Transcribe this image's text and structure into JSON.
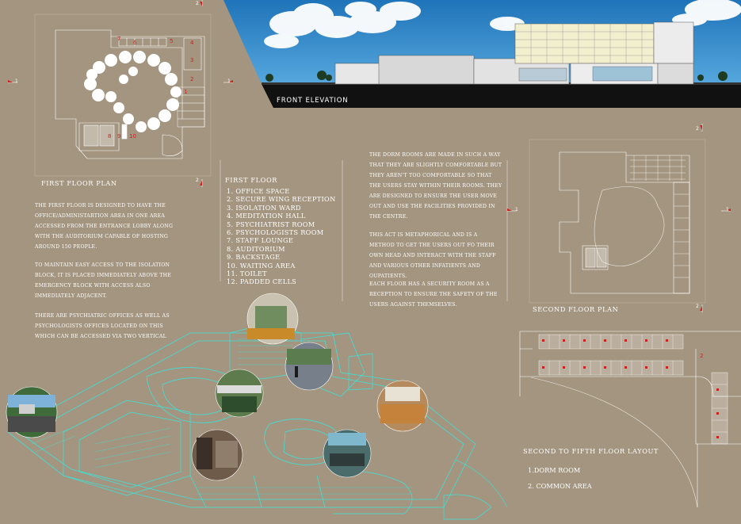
{
  "elevation": {
    "label": "FRONT ELEVATION"
  },
  "first_floor_plan": {
    "title": "FIRST FLOOR PLAN",
    "room_numbers": [
      "1",
      "2",
      "3",
      "4",
      "5",
      "6",
      "7",
      "8",
      "9",
      "10"
    ],
    "section_marks": {
      "left": "1",
      "right": "1",
      "top": "2",
      "bottom": "2"
    }
  },
  "first_floor_description": {
    "paragraphs": [
      "The first floor is designed to have the office/administartion area in one area accessed from the entrance lobby along with the auditorium capable of hosting around 150 people.",
      "To maintain easy access to the isolation block, it is placed immediately above the emergency block with access also immediately adjacent.",
      "There are psychiatric offices as well as psychologists offices located on this which can be accessed via two vertical"
    ]
  },
  "first_floor_legend": {
    "heading": "FIRST FLOOR",
    "items": [
      "1. OFFICE SPACE",
      "2. SECURE WING RECEPTION",
      "3. ISOLATION WARD",
      "4. MEDITATION HALL",
      "5. PSYCHIATRIST ROOM",
      "6. PSYCHOLOGISTS ROOM",
      "7. STAFF LOUNGE",
      "8. AUDITORIUM",
      "9. BACKSTAGE",
      "10. WAITING AREA",
      "11. TOILET",
      "12. PADDED CELLS"
    ]
  },
  "dorm_description": {
    "paragraphs": [
      "The dorm rooms are made in such a way that they are slightly comfortable but they aren't too comfortable so that the users stay within their rooms. they are designed to ensure the user move out and use the facilities provided in the centre.",
      "This act is metaphorical and is a method to get the users out fo their own head and interact with the staff and various other infatients and oupatients.",
      "Each floor has a security room as a reception to ensure the safety of the users against themselves."
    ]
  },
  "second_floor_plan": {
    "title": "SECOND FLOOR PLAN",
    "section_marks": {
      "left": "1",
      "right": "1",
      "top": "2",
      "bottom": "2"
    }
  },
  "typical_floor": {
    "title": "SECOND TO FIFTH FLOOR LAYOUT",
    "legend": [
      "1.DORM ROOM",
      "2. COMMON AREA"
    ],
    "room_number": "2"
  },
  "colors": {
    "background": "#a3957f",
    "sky": "#2f86c6",
    "wireframe": "#3fe0d8",
    "plan_line": "#ffffff",
    "accent_red": "#d21f1f"
  }
}
